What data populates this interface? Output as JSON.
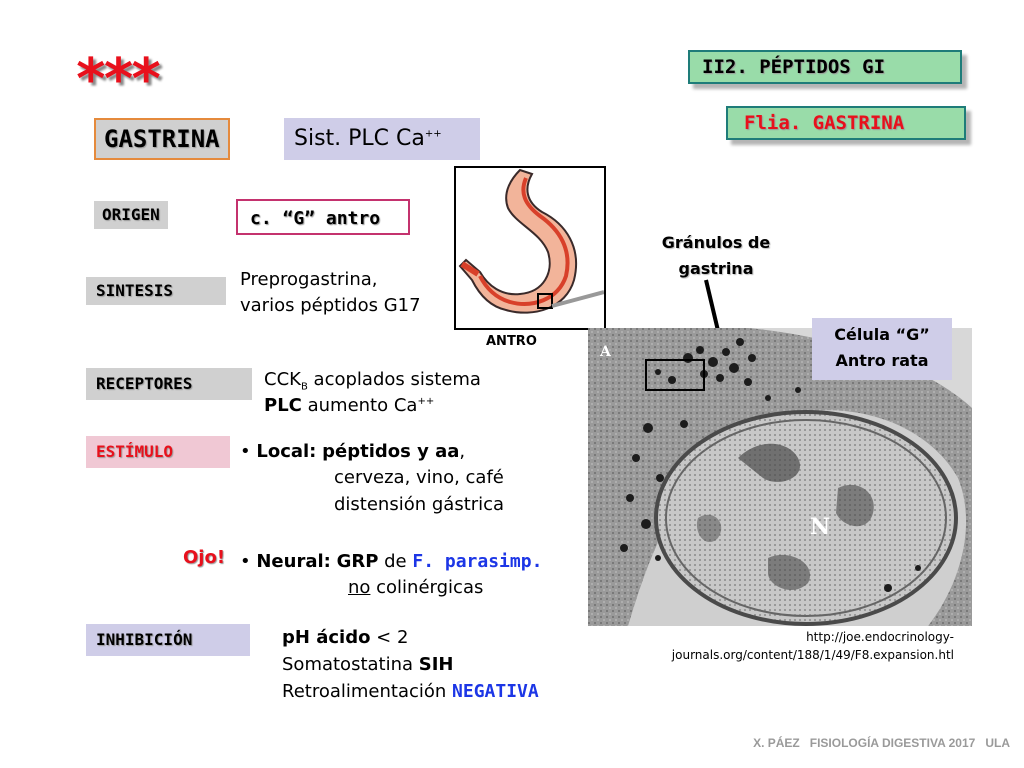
{
  "stars": "***",
  "header": {
    "section_title": "II2. PÉPTIDOS GI",
    "family_title": "Flia. GASTRINA"
  },
  "hormone": {
    "name": "GASTRINA",
    "system": "Sist. PLC Ca",
    "system_sup": "++"
  },
  "rows": {
    "origen": {
      "label": "ORIGEN",
      "value": "c. “G” antro"
    },
    "sintesis": {
      "label": "SINTESIS",
      "line1": "Preprogastrina,",
      "line2": "varios péptidos G17"
    },
    "receptores": {
      "label": "RECEPTORES",
      "line1_a": "CCK",
      "line1_sub": "B",
      "line1_b": " acoplados sistema",
      "line2_a": "PLC",
      "line2_b": "  aumento Ca",
      "line2_sup": "++"
    },
    "estimulo": {
      "label": "ESTÍMULO",
      "bullet": "•",
      "local_label": "Local:",
      "local_a": "péptidos y aa",
      "local_comma": ",",
      "local_line2": "cerveza, vino, café",
      "local_line3": "distensión gástrica",
      "ojo": "Ojo!",
      "neural_label": "Neural:",
      "neural_a": "GRP",
      "neural_b": " de ",
      "neural_c": "F. parasimp.",
      "neural_d": "no",
      "neural_e": " colinérgicas"
    },
    "inhibicion": {
      "label": "INHIBICIÓN",
      "line1_a": "pH ácido",
      "line1_b": " < 2",
      "line2_a": "Somatostatina ",
      "line2_b": "SIH",
      "line3_a": "Retroalimentación ",
      "line3_b": "NEGATIVA"
    }
  },
  "stomach": {
    "caption": "ANTRO"
  },
  "micrograph": {
    "granules_line1": "Gránulos de",
    "granules_line2": "gastrina",
    "cell_line1": "Célula “G”",
    "cell_line2": "Antro rata",
    "letter_a": "A",
    "letter_n": "N",
    "url_line1": "http://joe.endocrinology-",
    "url_line2": "journals.org/content/188/1/49/F8.expansion.htl"
  },
  "footer": "X. PÁEZ   FISIOLOGÍA DIGESTIVA 2017   ULA",
  "colors": {
    "green_box": "#99dca9",
    "green_border": "#1e7c79",
    "gray_box": "#d0d0d0",
    "lavender_box": "#cfcde8",
    "pink_box": "#f0c8d4",
    "pink_border": "#c4326e",
    "orange_border": "#e58a3c",
    "red": "#e8101c",
    "blue": "#1c36e6"
  }
}
